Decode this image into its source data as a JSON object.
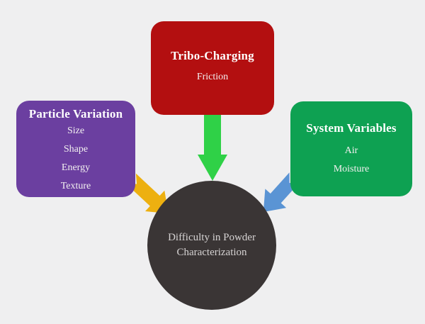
{
  "diagram": {
    "background_color": "#efeff0",
    "boxes": {
      "particle_variation": {
        "title": "Particle Variation",
        "items": [
          "Size",
          "Shape",
          "Energy",
          "Texture"
        ],
        "color": "#6b3fa0"
      },
      "tribo_charging": {
        "title": "Tribo-Charging",
        "items": [
          "Friction"
        ],
        "color": "#b30f10"
      },
      "system_variables": {
        "title": "System Variables",
        "items": [
          "Air",
          "Moisture"
        ],
        "color": "#0ea152"
      }
    },
    "center_node": {
      "line1": "Difficulty in Powder",
      "line2": "Characterization",
      "color": "#3a3535"
    },
    "arrows": {
      "green": "#2fd147",
      "yellow": "#edb010",
      "blue": "#5a94d4"
    }
  }
}
